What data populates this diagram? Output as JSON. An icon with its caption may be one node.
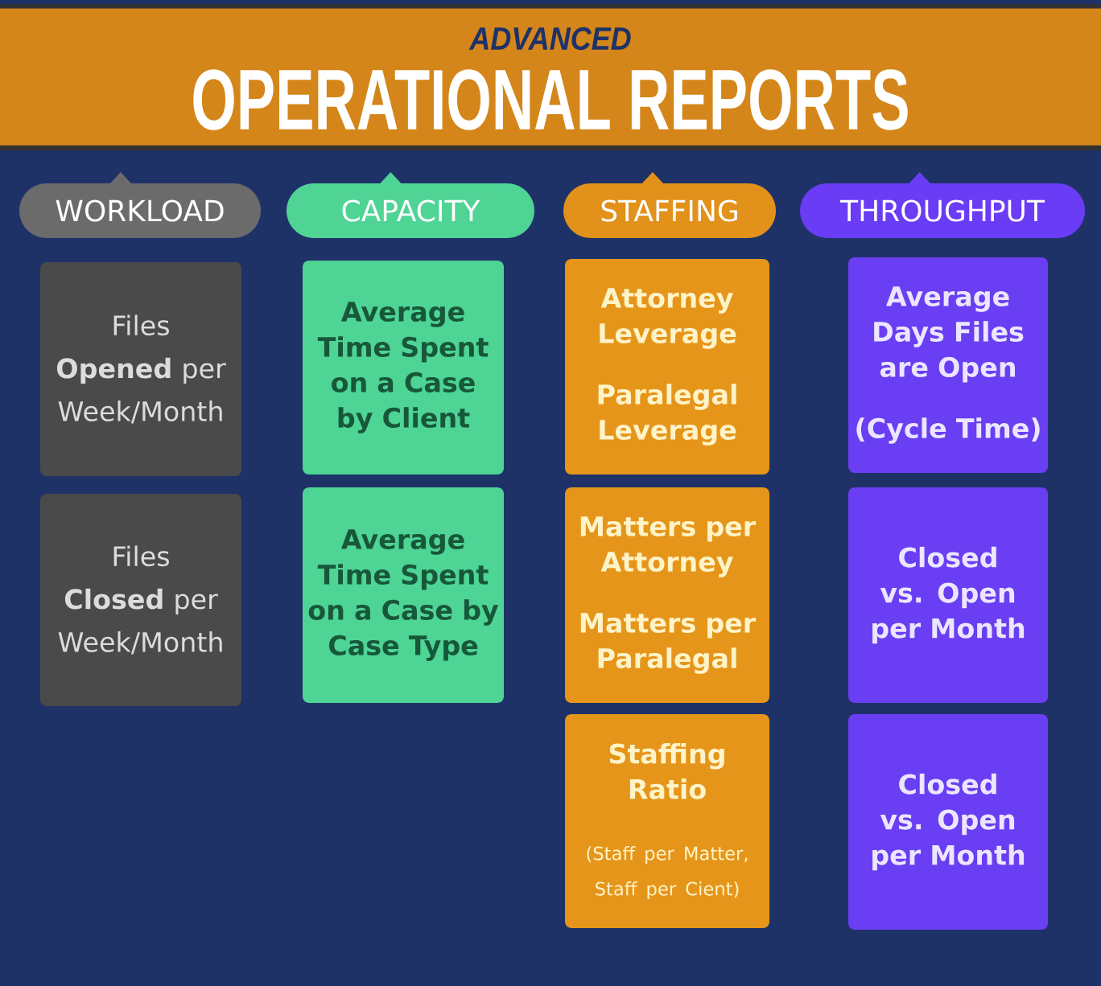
{
  "diagram": {
    "title": "OPERATIONAL REPORTS",
    "nodes": [
      {
        "text": [
          "WORKLOAD"
        ]
      },
      {
        "text": [
          "CAPACITY"
        ]
      },
      {
        "text": [
          "STAFFING"
        ]
      },
      {
        "text": [
          "THROUGHPUT"
        ]
      },
      {
        "text": [
          "Files **Opened** per Week/Month"
        ]
      },
      {
        "text": [
          "Files **Closed** per Week/Month"
        ]
      },
      {
        "text": [
          "Average Time Spent on a Case by Client"
        ]
      },
      {
        "text": [
          "Average Time Spent on a Case by Case Type"
        ]
      },
      {
        "text": [
          "Attorney Leverage",
          "Paralegal Leverage"
        ]
      },
      {
        "text": [
          "Matters per Attorney",
          "Matters per Paralegal"
        ]
      },
      {
        "text": [
          "Staffing Ratio",
          "(Staff per Matter, Staff per Cient)"
        ]
      },
      {
        "text": [
          "Average Days Files are Open",
          "(Cycle Time)"
        ]
      },
      {
        "text": [
          "Closed vs. Open per Month"
        ]
      },
      {
        "text": [
          "Closed vs. Open per Month"
        ]
      }
    ],
    "labels": [
      "ADVANCED"
    ]
  }
}
